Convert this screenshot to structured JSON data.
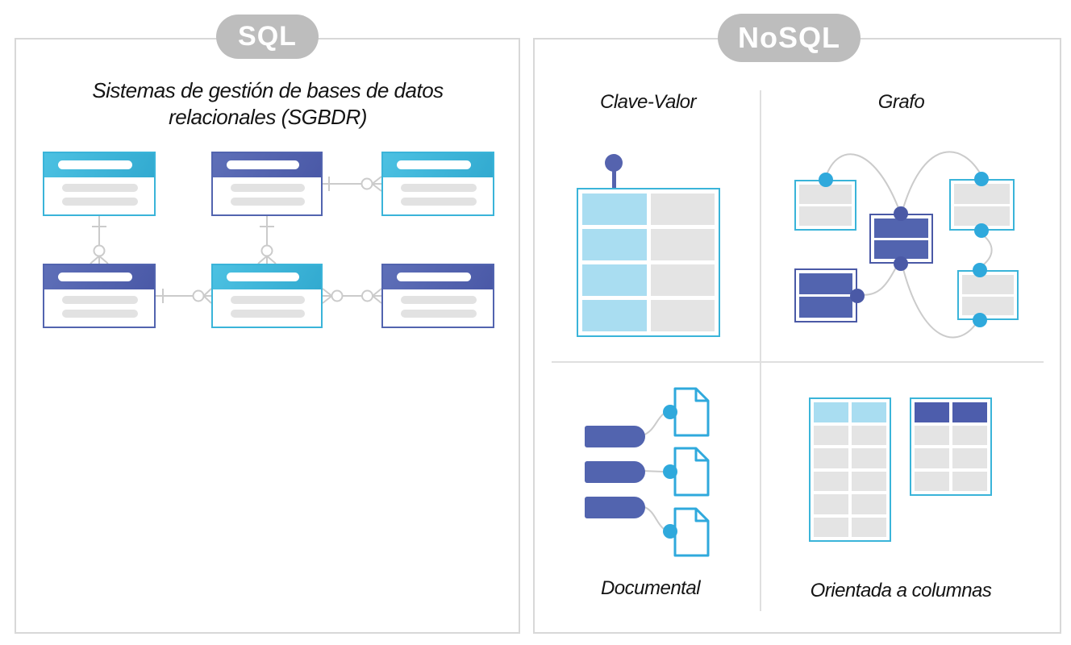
{
  "sql_panel": {
    "badge": "SQL",
    "title_line1": "Sistemas de gestión de bases de datos",
    "title_line2": "relacionales (SGBDR)",
    "diagram": "entity-relationship-diagram with six tables linked by crow's-foot one-to-many and many-to-many connectors"
  },
  "nosql_panel": {
    "badge": "NoSQL",
    "quadrants": {
      "key_value": {
        "label": "Clave-Valor"
      },
      "graph": {
        "label": "Grafo"
      },
      "document": {
        "label": "Documental"
      },
      "columnar": {
        "label": "Orientada a columnas"
      }
    }
  },
  "colors": {
    "teal": "#3ab4d9",
    "indigo": "#5264af",
    "light_blue": "#a9ddf1",
    "cell_gray": "#e4e4e4",
    "bar_gray": "#e2e2e2",
    "line_gray": "#cbcbcb",
    "badge_gray": "#bdbdbd",
    "border_gray": "#d8d8d8",
    "divider_gray": "#dfdfdf",
    "doc_blue": "#2fa9dc",
    "pin_indigo": "#5563ae"
  }
}
